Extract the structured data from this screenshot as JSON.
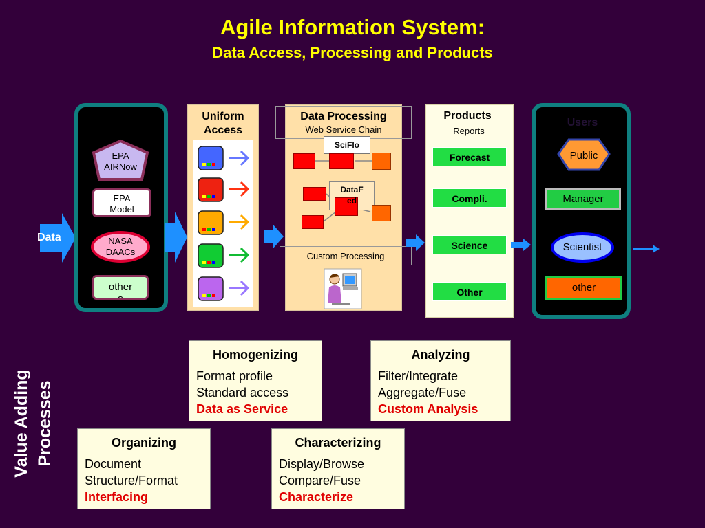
{
  "title": "Agile Information System:",
  "subtitle": "Data Access, Processing and Products",
  "data_label": "Data",
  "sources": {
    "epa_airnow": "EPA\nAIRNow",
    "epa_model": "EPA\nModel",
    "nasa_daacs": "NASA\nDAACs",
    "other": "other\ns"
  },
  "uniform_access": {
    "title": "Uniform\nAccess"
  },
  "processing": {
    "title": "Data Processing",
    "subtitle": "Web Service Chain",
    "sciflo": "SciFlo",
    "datafed": "DataF\ned",
    "custom": "Custom Processing"
  },
  "products": {
    "title": "Products",
    "subtitle": "Reports",
    "items": [
      "Forecast",
      "Compli.",
      "Science",
      "Other"
    ]
  },
  "users": {
    "title": "Users",
    "public": "Public",
    "manager": "Manager",
    "scientist": "Scientist",
    "other": "other"
  },
  "side_label": "Value Adding\nProcesses",
  "cards": {
    "homogenizing": {
      "title": "Homogenizing",
      "lines": [
        "Format profile",
        "Standard access"
      ],
      "highlight": "Data as Service"
    },
    "analyzing": {
      "title": "Analyzing",
      "lines": [
        "Filter/Integrate",
        "Aggregate/Fuse"
      ],
      "highlight": "Custom Analysis"
    },
    "organizing": {
      "title": "Organizing",
      "lines": [
        "Document",
        "Structure/Format"
      ],
      "highlight": "Interfacing"
    },
    "characterizing": {
      "title": "Characterizing",
      "lines": [
        "Display/Browse",
        "Compare/Fuse"
      ],
      "highlight": "Characterize"
    }
  },
  "colors": {
    "title": "#ffff00",
    "background": "#33003a",
    "frame": "#0f7f80",
    "product_green": "#22dd44",
    "arrow_blue": "#1e90ff",
    "highlight_red": "#e00000"
  }
}
